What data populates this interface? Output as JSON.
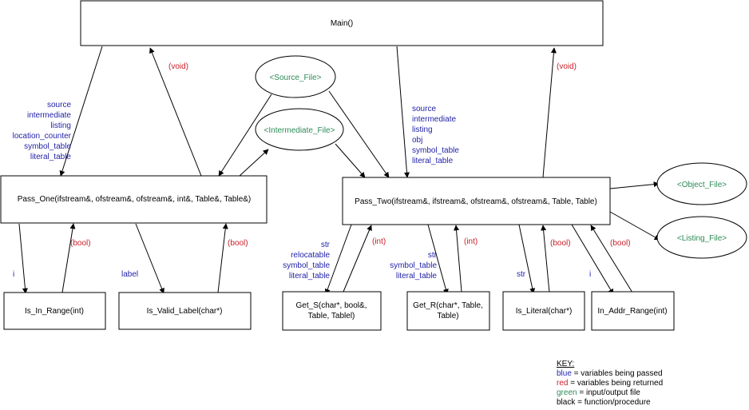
{
  "colors": {
    "passed": "#1f1fa8",
    "returned": "#c8202a",
    "file": "#2e8b57",
    "function": "#000000"
  },
  "functions": {
    "main": "Main()",
    "pass_one": "Pass_One(ifstream&, ofstream&, ofstream&, int&, Table&, Table&)",
    "pass_two": "Pass_Two(ifstream&, ifstream&, ofstream&, ofstream&, Table, Table)",
    "is_in_range": "Is_In_Range(int)",
    "is_valid_label": "Is_Valid_Label(char*)",
    "get_s_line1": "Get_S(char*, bool&,",
    "get_s_line2": "Table, Tablel)",
    "get_r_line1": "Get_R(char*, Table,",
    "get_r_line2": "Table)",
    "is_literal": "Is_Literal(char*)",
    "in_addr_range": "In_Addr_Range(int)"
  },
  "files": {
    "source": "<Source_File>",
    "intermediate": "<Intermediate_File>",
    "object": "<Object_File>",
    "listing": "<Listing_File>"
  },
  "passed": {
    "main_to_pass_one": [
      "source",
      "intermediate",
      "listing",
      "location_counter",
      "symbol_table",
      "literal_table"
    ],
    "main_to_pass_two": [
      "source",
      "intermediate",
      "listing",
      "obj",
      "symbol_table",
      "literal_table"
    ],
    "pass_one_to_is_in_range": "i",
    "pass_one_to_is_valid_label": "label",
    "pass_two_to_get_s": [
      "str",
      "relocatable",
      "symbol_table",
      "literal_table"
    ],
    "pass_two_to_get_r": [
      "str",
      "symbol_table",
      "literal_table"
    ],
    "pass_two_to_is_literal": "str",
    "pass_two_to_in_addr_range": "i"
  },
  "returned": {
    "pass_one": "(void)",
    "pass_two": "(void)",
    "is_in_range": "(bool)",
    "is_valid_label": "(bool)",
    "get_s": "(int)",
    "get_r": "(int)",
    "is_literal": "(bool)",
    "in_addr_range": "(bool)"
  },
  "key": {
    "title": "KEY:",
    "blue_word": "blue",
    "blue_desc": " = variables being passed",
    "red_word": "red",
    "red_desc": " = variables being returned",
    "green_word": "green",
    "green_desc": " = input/output file",
    "black_word": "black",
    "black_desc": " = function/procedure"
  }
}
